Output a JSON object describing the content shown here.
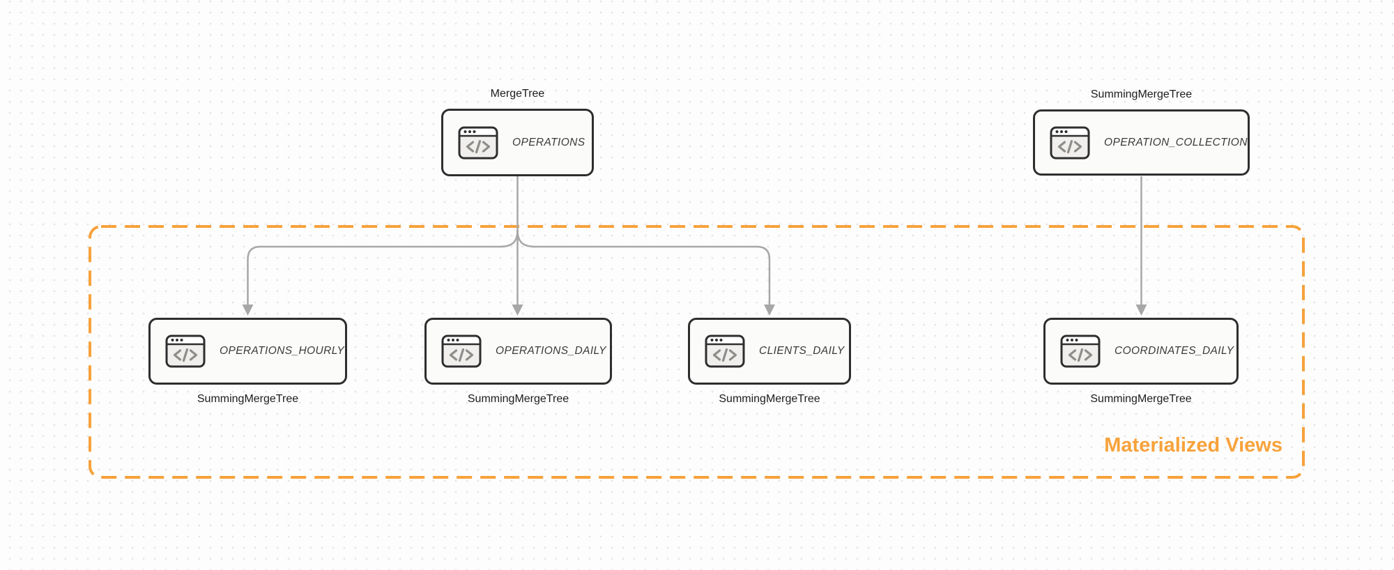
{
  "colors": {
    "accent_orange": "#F7A23B",
    "connector_gray": "#A7A7A7",
    "node_border": "#2E2E2E",
    "node_fill": "#FBFBFA",
    "name_text": "#3A3A3A",
    "text_dark": "#1C1C1E",
    "dot_grid": "#E4E4E4"
  },
  "group": {
    "label": "Materialized Views"
  },
  "nodes": {
    "operations": {
      "engine": "MergeTree",
      "name": "OPERATIONS"
    },
    "operation_collection": {
      "engine": "SummingMergeTree",
      "name": "OPERATION_COLLECTION"
    },
    "operations_hourly": {
      "engine": "SummingMergeTree",
      "name": "OPERATIONS_HOURLY"
    },
    "operations_daily": {
      "engine": "SummingMergeTree",
      "name": "OPERATIONS_DAILY"
    },
    "clients_daily": {
      "engine": "SummingMergeTree",
      "name": "CLIENTS_DAILY"
    },
    "coordinates_daily": {
      "engine": "SummingMergeTree",
      "name": "COORDINATES_DAILY"
    }
  },
  "icons": {
    "node_icon": "code-window-icon"
  }
}
